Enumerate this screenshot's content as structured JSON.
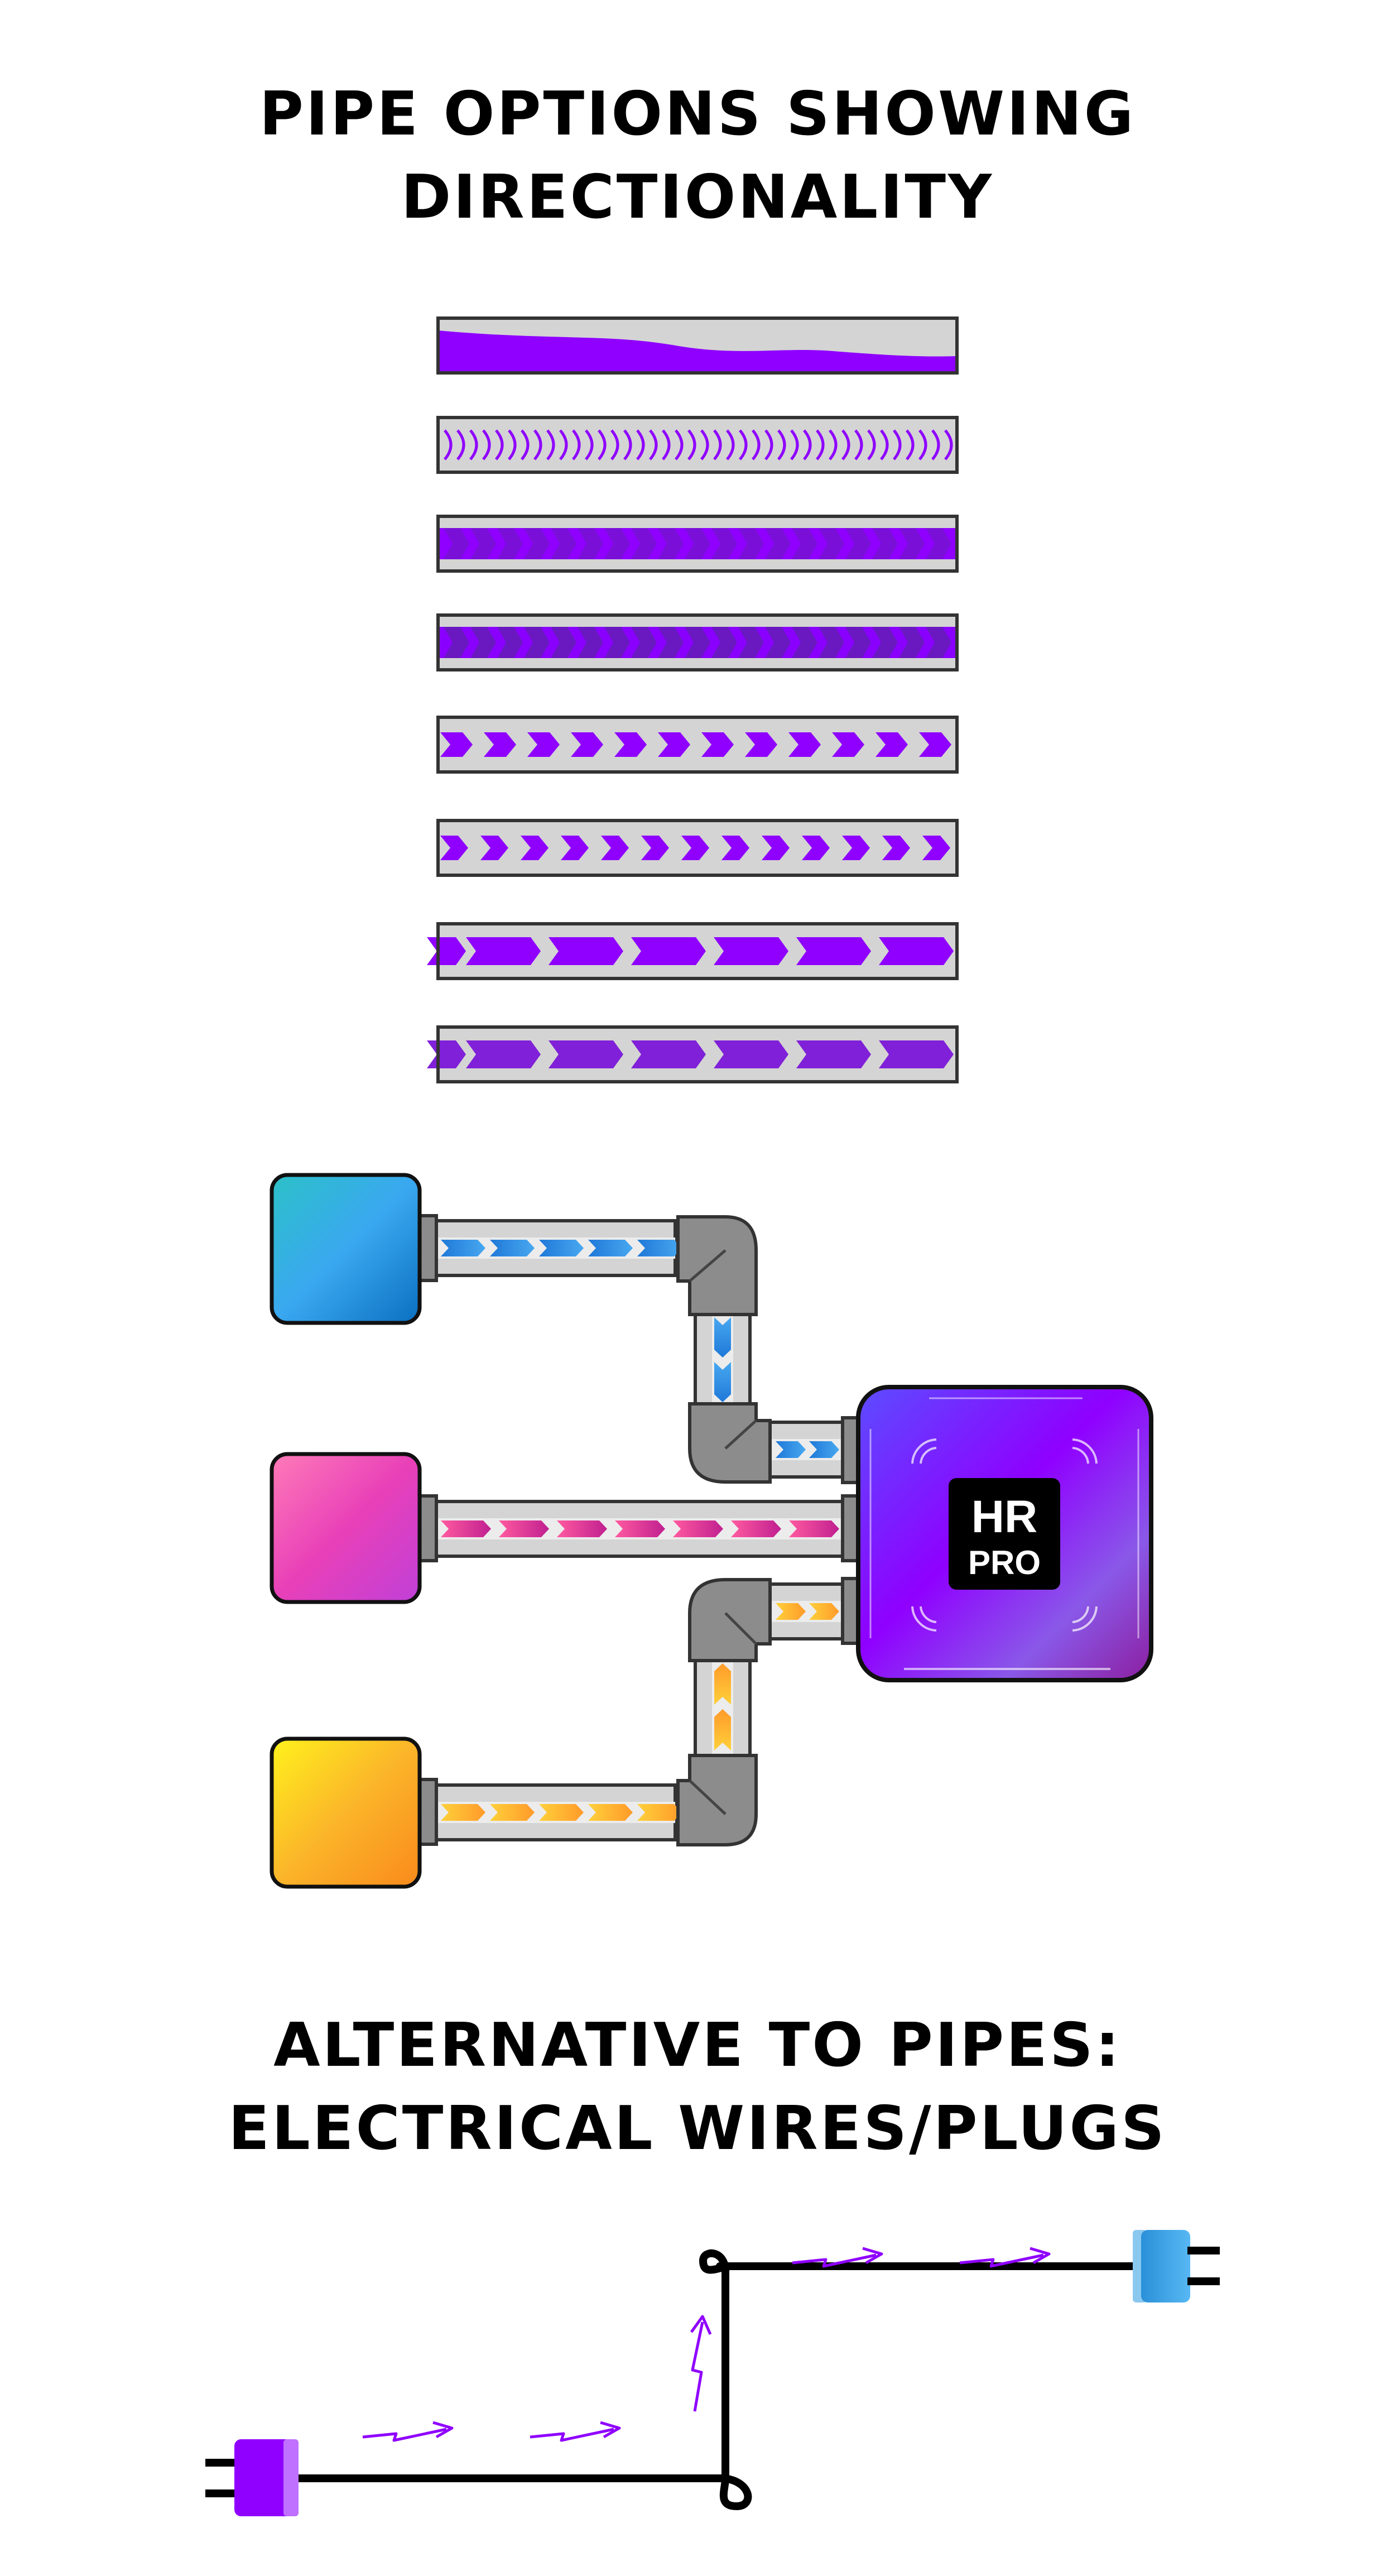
{
  "titles": {
    "pipes_line1": "PIPE OPTIONS SHOWING",
    "pipes_line2": "DIRECTIONALITY",
    "wires_line1": "ALTERNATIVE TO PIPES:",
    "wires_line2": "ELECTRICAL WIRES/PLUGS"
  },
  "hub": {
    "line1": "HR",
    "line2": "PRO"
  },
  "pipe_styles": [
    {
      "name": "liquid-wave"
    },
    {
      "name": "chevron-arcs"
    },
    {
      "name": "solid-band-chevrons"
    },
    {
      "name": "solid-band-chevrons-alt"
    },
    {
      "name": "small-chevrons"
    },
    {
      "name": "small-chevrons-dense"
    },
    {
      "name": "long-arrows"
    },
    {
      "name": "long-arrows-dark"
    }
  ],
  "sources": [
    {
      "name": "blue",
      "color_start": "#2cc0c8",
      "color_end": "#0a6fc0"
    },
    {
      "name": "pink",
      "color_start": "#ff7bb8",
      "color_end": "#c040d8"
    },
    {
      "name": "yellow",
      "color_start": "#fff21c",
      "color_end": "#f98a1c"
    }
  ],
  "colors": {
    "purple": "#8f00ff",
    "pipe_gray": "#d4d4d4",
    "fitting_gray": "#8c8c8c",
    "hub_start": "#6b4dff",
    "hub_end": "#8c1fa0",
    "plug_purple": "#8f00ff",
    "plug_blue": "#3aa6ee"
  }
}
